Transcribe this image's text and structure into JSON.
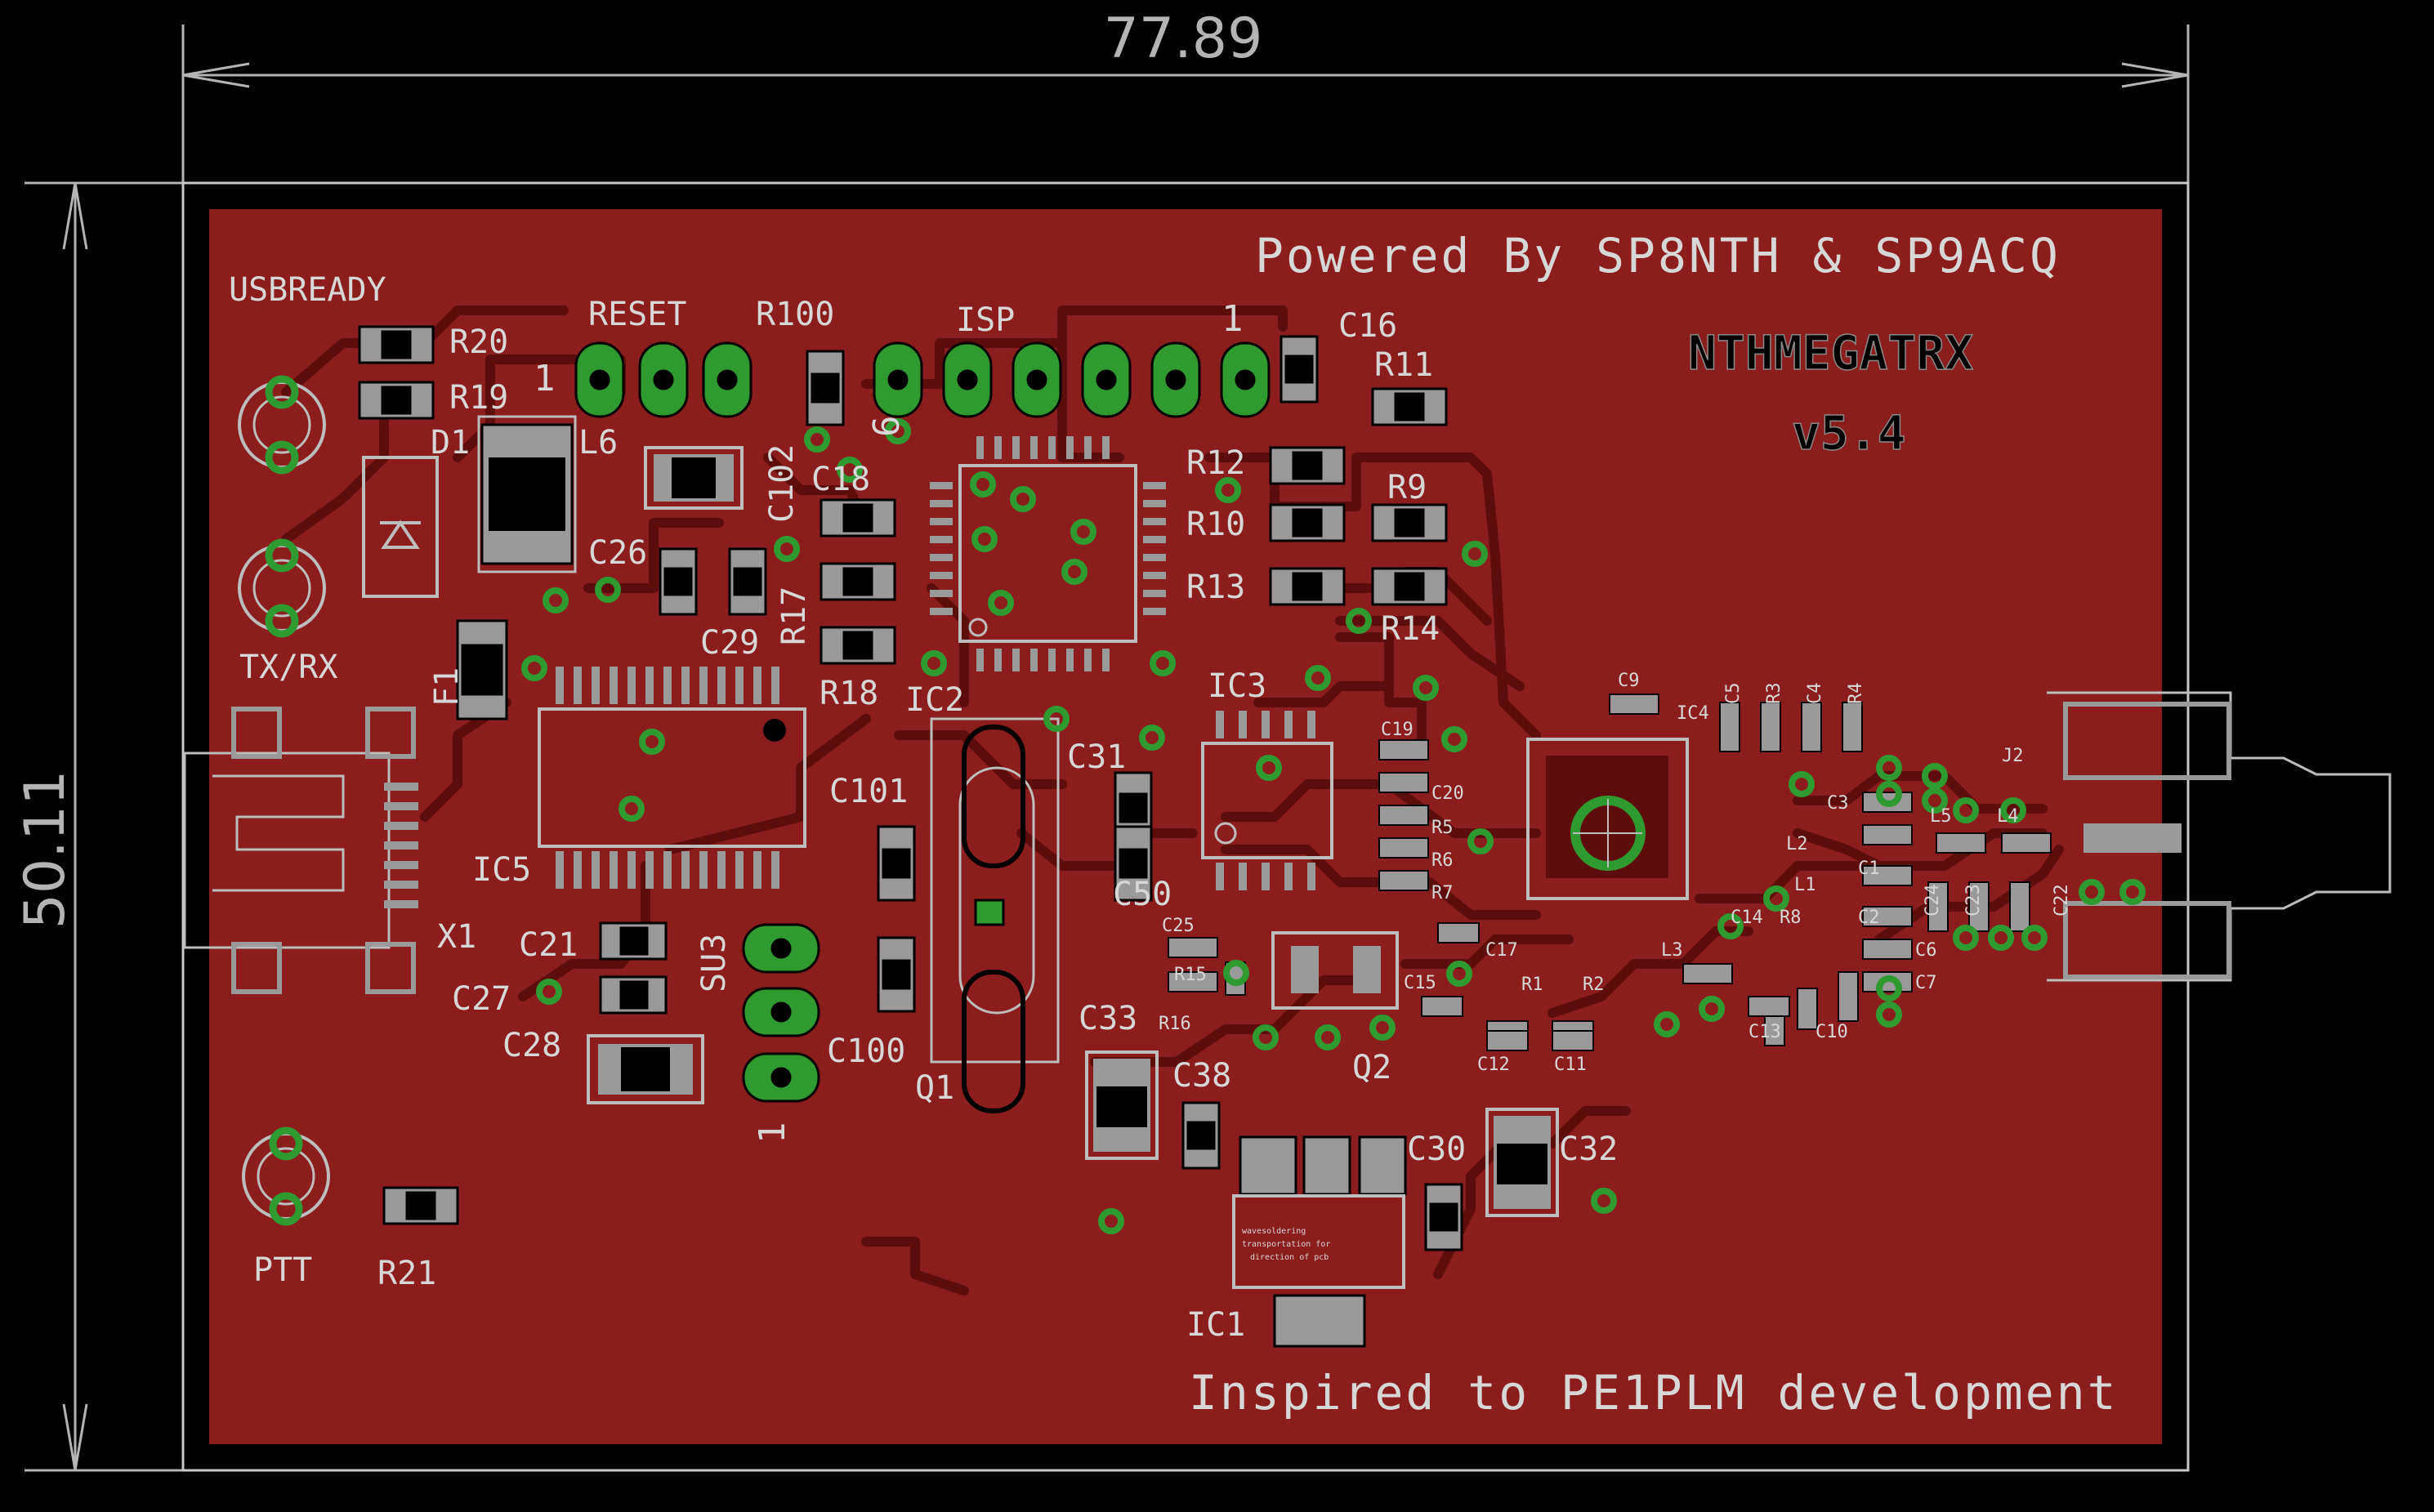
{
  "dimensions": {
    "width": "77.89",
    "height": "50.11"
  },
  "board": {
    "color": "#8c1d1d",
    "trace_color": "#5e0d0d",
    "silk_color": "#d7d7d7",
    "pad_color": "#2f9a2f"
  },
  "texts": {
    "powered": "Powered By SP8NTH & SP9ACQ",
    "project": "NTHMEGATRX",
    "version": "v5.4",
    "inspired": "Inspired to PE1PLM development",
    "usbready": "USBREADY",
    "txrx": "TX/RX",
    "ptt": "PTT",
    "reset": "RESET",
    "isp": "ISP",
    "pin1_isp": "1",
    "pin1_reset": "1",
    "pin6": "6",
    "pin1_su3": "1",
    "wave_note_1": "wavesoldering",
    "wave_note_2": "transportation for",
    "wave_note_3": "direction of pcb"
  },
  "components": {
    "R20": "R20",
    "R19": "R19",
    "D1": "D1",
    "R100": "R100",
    "L6": "L6",
    "C102": "C102",
    "C18": "C18",
    "C16": "C16",
    "R11": "R11",
    "R12": "R12",
    "R10": "R10",
    "R13": "R13",
    "R9": "R9",
    "R14": "R14",
    "C26": "C26",
    "C29": "C29",
    "R17": "R17",
    "R18": "R18",
    "IC2": "IC2",
    "F1": "F1",
    "IC3": "IC3",
    "C31": "C31",
    "C101": "C101",
    "C50": "C50",
    "IC5": "IC5",
    "X1": "X1",
    "C21": "C21",
    "C27": "C27",
    "C28": "C28",
    "SU3": "SU3",
    "C100": "C100",
    "Q1": "Q1",
    "C33": "C33",
    "C38": "C38",
    "Q2": "Q2",
    "IC1": "IC1",
    "C30": "C30",
    "C32": "C32",
    "R21": "R21",
    "C9": "C9",
    "IC4": "IC4",
    "C5": "C5",
    "R3": "R3",
    "C4": "C4",
    "R4": "R4",
    "C19": "C19",
    "C20": "C20",
    "R5": "R5",
    "R6": "R6",
    "R7": "R7",
    "C3": "C3",
    "L2": "L2",
    "C1": "C1",
    "L1": "L1",
    "C2": "C2",
    "C14": "C14",
    "R8": "R8",
    "C6": "C6",
    "C7": "C7",
    "L3": "L3",
    "C25": "C25",
    "R15": "R15",
    "R16": "R16",
    "C15": "C15",
    "C17": "C17",
    "R1": "R1",
    "R2": "R2",
    "C12": "C12",
    "C11": "C11",
    "C13": "C13",
    "C10": "C10",
    "J2": "J2",
    "L5": "L5",
    "L4": "L4",
    "C24": "C24",
    "C23": "C23",
    "C22": "C22"
  }
}
